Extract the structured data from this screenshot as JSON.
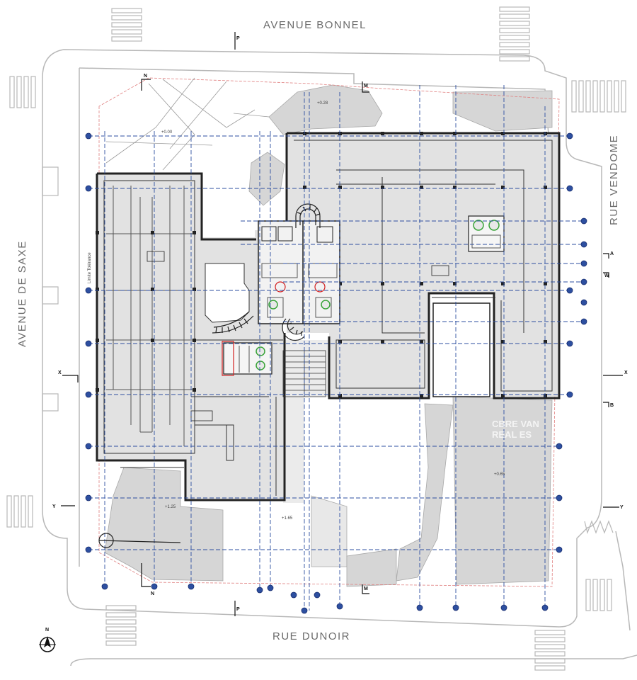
{
  "streets": {
    "north": "AVENUE BONNEL",
    "west": "AVENUE DE SAXE",
    "east": "RUE VENDOME",
    "south": "RUE DUNOIR"
  },
  "compass": {
    "label": "N"
  },
  "section_markers": {
    "n_top": "N",
    "n_bottom": "N",
    "p_top": "P",
    "p_bottom": "P",
    "m_top": "M",
    "m_bottom": "M",
    "x_left": "X",
    "x_right": "X",
    "y_left": "Y",
    "y_right": "Y",
    "a_right": "A",
    "b_right": "B",
    "w_right": "W"
  },
  "annotations": {
    "west_wing_label": "Limite Tolérance",
    "level_1": "+0.00",
    "level_2": "+0.28",
    "level_3": "+1.25",
    "level_4": "+1.65",
    "level_5": "+0.65"
  },
  "watermark": {
    "line1": "CBRE VAN",
    "line2": "REAL ES"
  },
  "colors": {
    "outline": "#b8b8b8",
    "wall": "#222222",
    "floor": "#e2e2e2",
    "grid": "#2d4fa0",
    "red": "#d32020",
    "green": "#3aa43a"
  }
}
